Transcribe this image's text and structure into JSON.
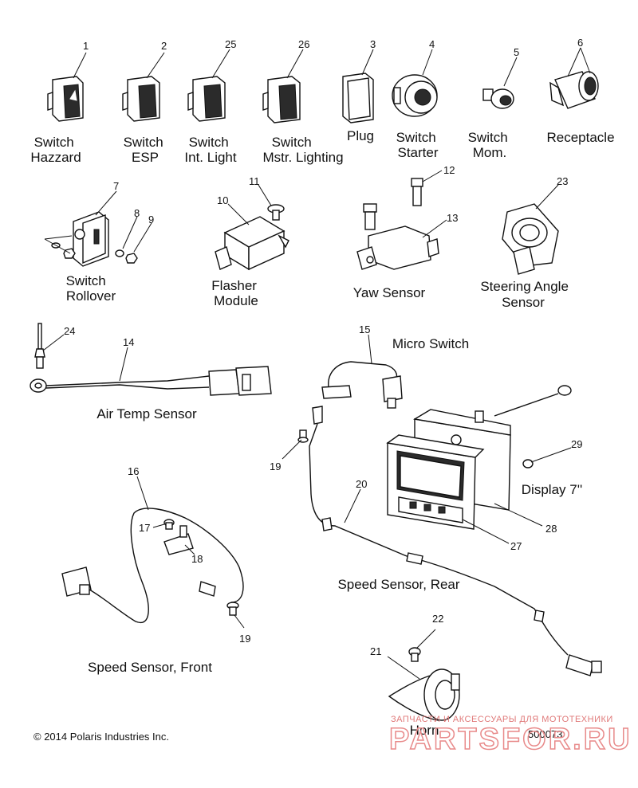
{
  "callouts": [
    "1",
    "2",
    "25",
    "26",
    "3",
    "4",
    "5",
    "6",
    "7",
    "8",
    "9",
    "10",
    "11",
    "12",
    "13",
    "23",
    "24",
    "14",
    "15",
    "19",
    "29",
    "20",
    "16",
    "17",
    "18",
    "28",
    "27",
    "22",
    "21",
    "19"
  ],
  "labels": {
    "switch_hazzard": [
      "Switch",
      "Hazzard"
    ],
    "switch_esp": [
      "Switch",
      "ESP"
    ],
    "switch_int_light": [
      "Switch",
      "Int. Light"
    ],
    "switch_mstr_lighting": [
      "Switch",
      "Mstr. Lighting"
    ],
    "plug": [
      "Plug"
    ],
    "switch_starter": [
      "Switch",
      "Starter"
    ],
    "switch_mom": [
      "Switch",
      "Mom."
    ],
    "receptacle": [
      "Receptacle"
    ],
    "switch_rollover": [
      "Switch",
      "Rollover"
    ],
    "flasher_module": [
      "Flasher",
      "Module"
    ],
    "yaw_sensor": [
      "Yaw Sensor"
    ],
    "steering_angle_sensor": [
      "Steering Angle",
      "Sensor"
    ],
    "air_temp_sensor": [
      "Air Temp Sensor"
    ],
    "micro_switch": [
      "Micro Switch"
    ],
    "display": [
      "Display 7''"
    ],
    "speed_sensor_rear": [
      "Speed Sensor, Rear"
    ],
    "speed_sensor_front": [
      "Speed Sensor, Front"
    ],
    "horn": [
      "Horn"
    ]
  },
  "copyright": "© 2014 Polaris Industries Inc.",
  "diagram_number": "500073",
  "watermark": {
    "tagline": "ЗАПЧАСТИ И АКСЕССУАРЫ ДЛЯ МОТОТЕХНИКИ",
    "brand": "PARTSFOR.RU"
  }
}
